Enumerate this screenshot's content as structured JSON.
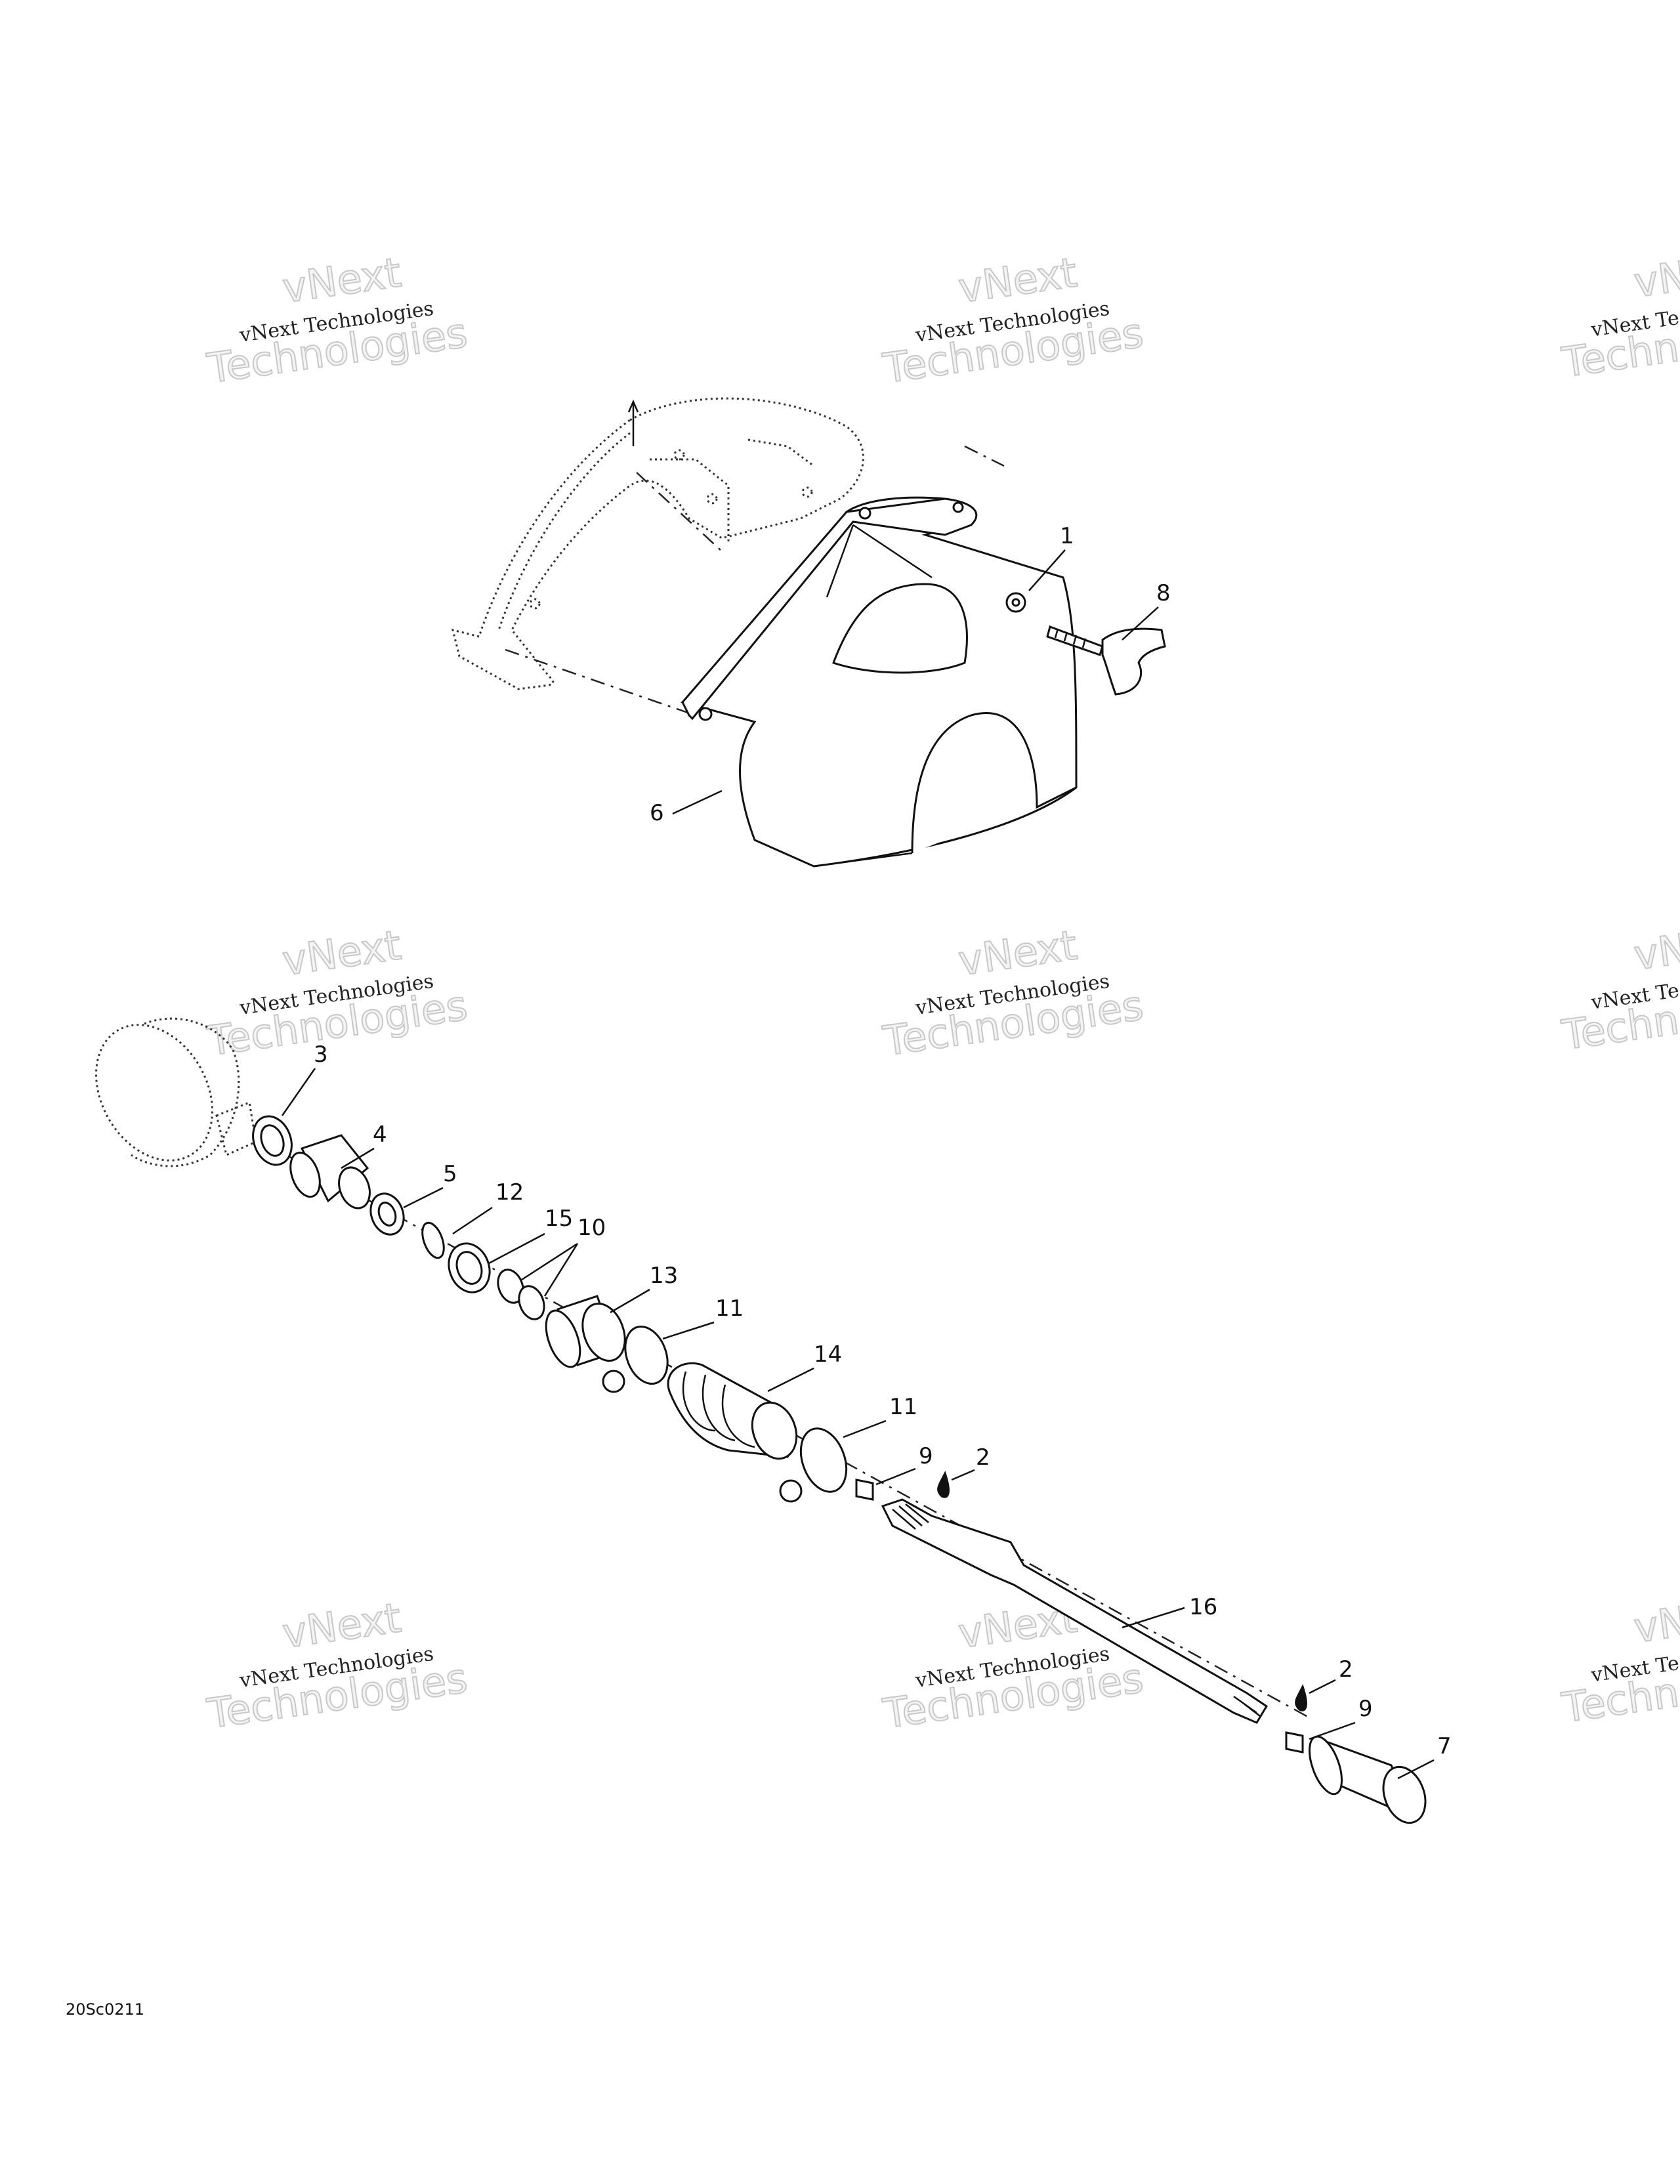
{
  "callouts": {
    "c1": "1",
    "c8": "8",
    "c6": "6",
    "c3": "3",
    "c4": "4",
    "c5": "5",
    "c12": "12",
    "c15": "15",
    "c10": "10",
    "c13": "13",
    "c11a": "11",
    "c14": "14",
    "c11b": "11",
    "c9a": "9",
    "c2a": "2",
    "c16": "16",
    "c2b": "2",
    "c9b": "9",
    "c7": "7"
  },
  "watermark": {
    "line1": "vNext Technologies",
    "line2a": "vNext",
    "line2b": "Technologies",
    "edge_line1": "vNext Te",
    "edge_line2a": "vNe",
    "edge_line2b": "Techn"
  },
  "figure_code": "20Sc0211"
}
